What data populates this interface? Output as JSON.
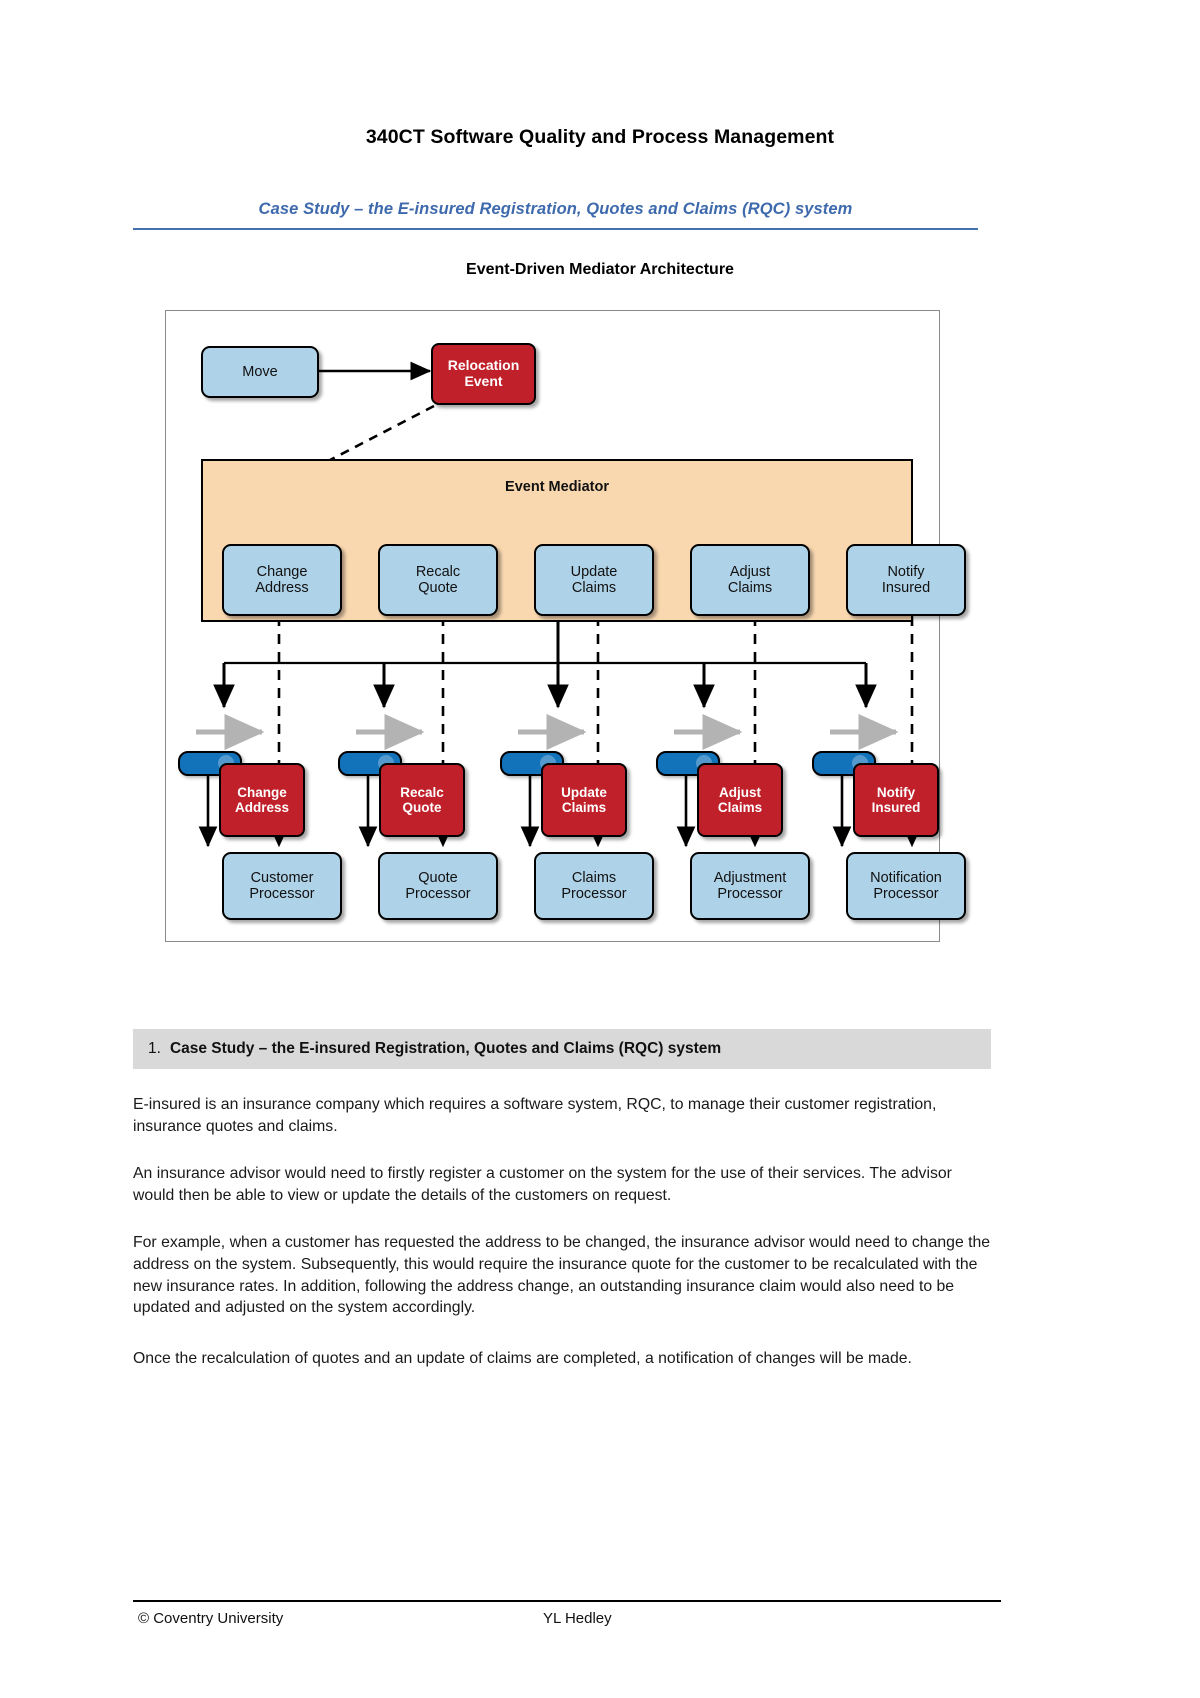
{
  "document": {
    "title": "340CT Software Quality and Process Management",
    "subtitle": "Case Study – the E-insured Registration, Quotes and Claims (RQC) system",
    "figure_title": "Event-Driven Mediator Architecture"
  },
  "colors": {
    "accent_blue": "#3e6aad",
    "rule_blue": "#4472b0",
    "node_blue": "#aed2e8",
    "node_red": "#c0202a",
    "mediator_peach": "#f9d8b0",
    "queue_blue": "#1272ba",
    "section_bar_gray": "#d9d9d9"
  },
  "diagram": {
    "initiator": {
      "label": "Move"
    },
    "event": {
      "label": "Relocation\nEvent",
      "line1": "Relocation",
      "line2": "Event"
    },
    "mediator": {
      "label": "Event Mediator"
    },
    "mediator_steps": [
      {
        "line1": "Change",
        "line2": "Address"
      },
      {
        "line1": "Recalc",
        "line2": "Quote"
      },
      {
        "line1": "Update",
        "line2": "Claims"
      },
      {
        "line1": "Adjust",
        "line2": "Claims"
      },
      {
        "line1": "Notify",
        "line2": "Insured"
      }
    ],
    "channel_events": [
      {
        "line1": "Change",
        "line2": "Address"
      },
      {
        "line1": "Recalc",
        "line2": "Quote"
      },
      {
        "line1": "Update",
        "line2": "Claims"
      },
      {
        "line1": "Adjust",
        "line2": "Claims"
      },
      {
        "line1": "Notify",
        "line2": "Insured"
      }
    ],
    "processors": [
      {
        "line1": "Customer",
        "line2": "Processor"
      },
      {
        "line1": "Quote",
        "line2": "Processor"
      },
      {
        "line1": "Claims",
        "line2": "Processor"
      },
      {
        "line1": "Adjustment",
        "line2": "Processor"
      },
      {
        "line1": "Notification",
        "line2": "Processor"
      }
    ]
  },
  "section": {
    "number": "1.",
    "heading": "Case Study – the E-insured Registration, Quotes and Claims (RQC) system"
  },
  "paragraphs": [
    "E-insured is an insurance company which requires a software system, RQC, to manage their customer registration, insurance quotes and claims.",
    "An insurance advisor would need to firstly register a customer on the system for the use of their services. The advisor would then be able to view or update the details of the customers on request.",
    "For example, when a customer has requested the address to be changed, the insurance advisor would need to change the address on the system. Subsequently, this would require the insurance quote for the customer to be recalculated with the new insurance rates. In addition, following the address change, an outstanding insurance claim would also need to be updated and adjusted on the system accordingly.",
    "Once the recalculation of quotes and an update of claims are completed, a notification of changes will be made."
  ],
  "footer": {
    "left": "© Coventry University",
    "right": "YL Hedley"
  }
}
